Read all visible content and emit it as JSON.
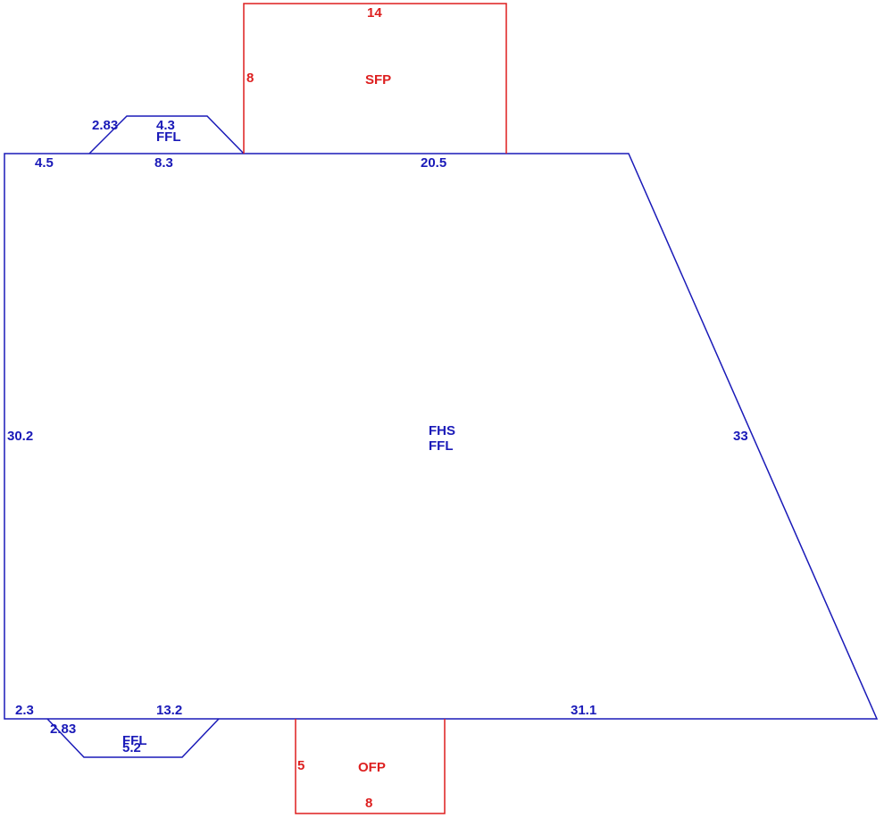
{
  "colors": {
    "main": "#1a1ab8",
    "secondary": "#dd1f1f"
  },
  "main_area": {
    "label_1": "FHS",
    "label_2": "FFL",
    "top_left": "4.5",
    "top_mid": "8.3",
    "top_right": "20.5",
    "left": "30.2",
    "right": "33",
    "bottom_left": "2.3",
    "bottom_mid": "13.2",
    "bottom_right": "31.1"
  },
  "top_bay": {
    "label": "FFL",
    "diag": "2.83",
    "top": "4.3"
  },
  "bottom_bay": {
    "label": "FFL",
    "diag": "2.83",
    "bottom": "5.2"
  },
  "sfp": {
    "label": "SFP",
    "top": "14",
    "left": "8"
  },
  "ofp": {
    "label": "OFP",
    "left": "5",
    "bottom": "8"
  }
}
